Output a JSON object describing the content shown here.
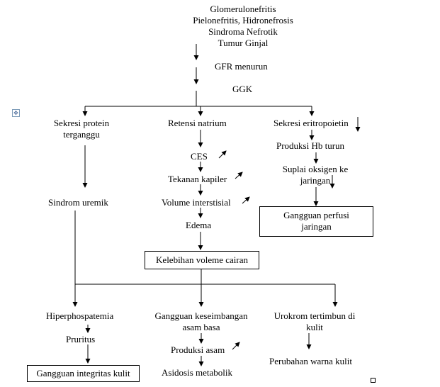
{
  "causes": [
    "Glomerulonefritis",
    "Pielonefritis, Hidronefrosis",
    "Sindroma Nefrotik",
    "Tumur Ginjal"
  ],
  "gfr": "GFR menurun",
  "ggk": "GGK",
  "left": {
    "head_line1": "Sekresi protein",
    "head_line2": "terganggu",
    "sindrom": "Sindrom uremik"
  },
  "middle": {
    "head": "Retensi natrium",
    "ces": "CES",
    "tekanan": "Tekanan kapiler",
    "volume": "Volume interstisial",
    "edema": "Edema",
    "outcome": "Kelebihan voleme cairan"
  },
  "right": {
    "head": "Sekresi eritropoietin",
    "produksi_hb": "Produksi Hb turun",
    "suplai_line1": "Suplai oksigen ke",
    "suplai_line2": "jaringan",
    "outcome_line1": "Gangguan perfusi",
    "outcome_line2": "jaringan"
  },
  "bottom": {
    "left": {
      "head": "Hiperphospatemia",
      "pruritus": "Pruritus",
      "outcome": "Gangguan integritas kulit"
    },
    "middle": {
      "head_line1": "Gangguan keseimbangan",
      "head_line2": "asam basa",
      "produksi": "Produksi asam",
      "asidosis": "Asidosis metabolik"
    },
    "right": {
      "head_line1": "Urokrom tertimbun di",
      "head_line2": "kulit",
      "perubahan": "Perubahan warna kulit"
    }
  },
  "colors": {
    "line": "#000000",
    "text": "#000000"
  }
}
